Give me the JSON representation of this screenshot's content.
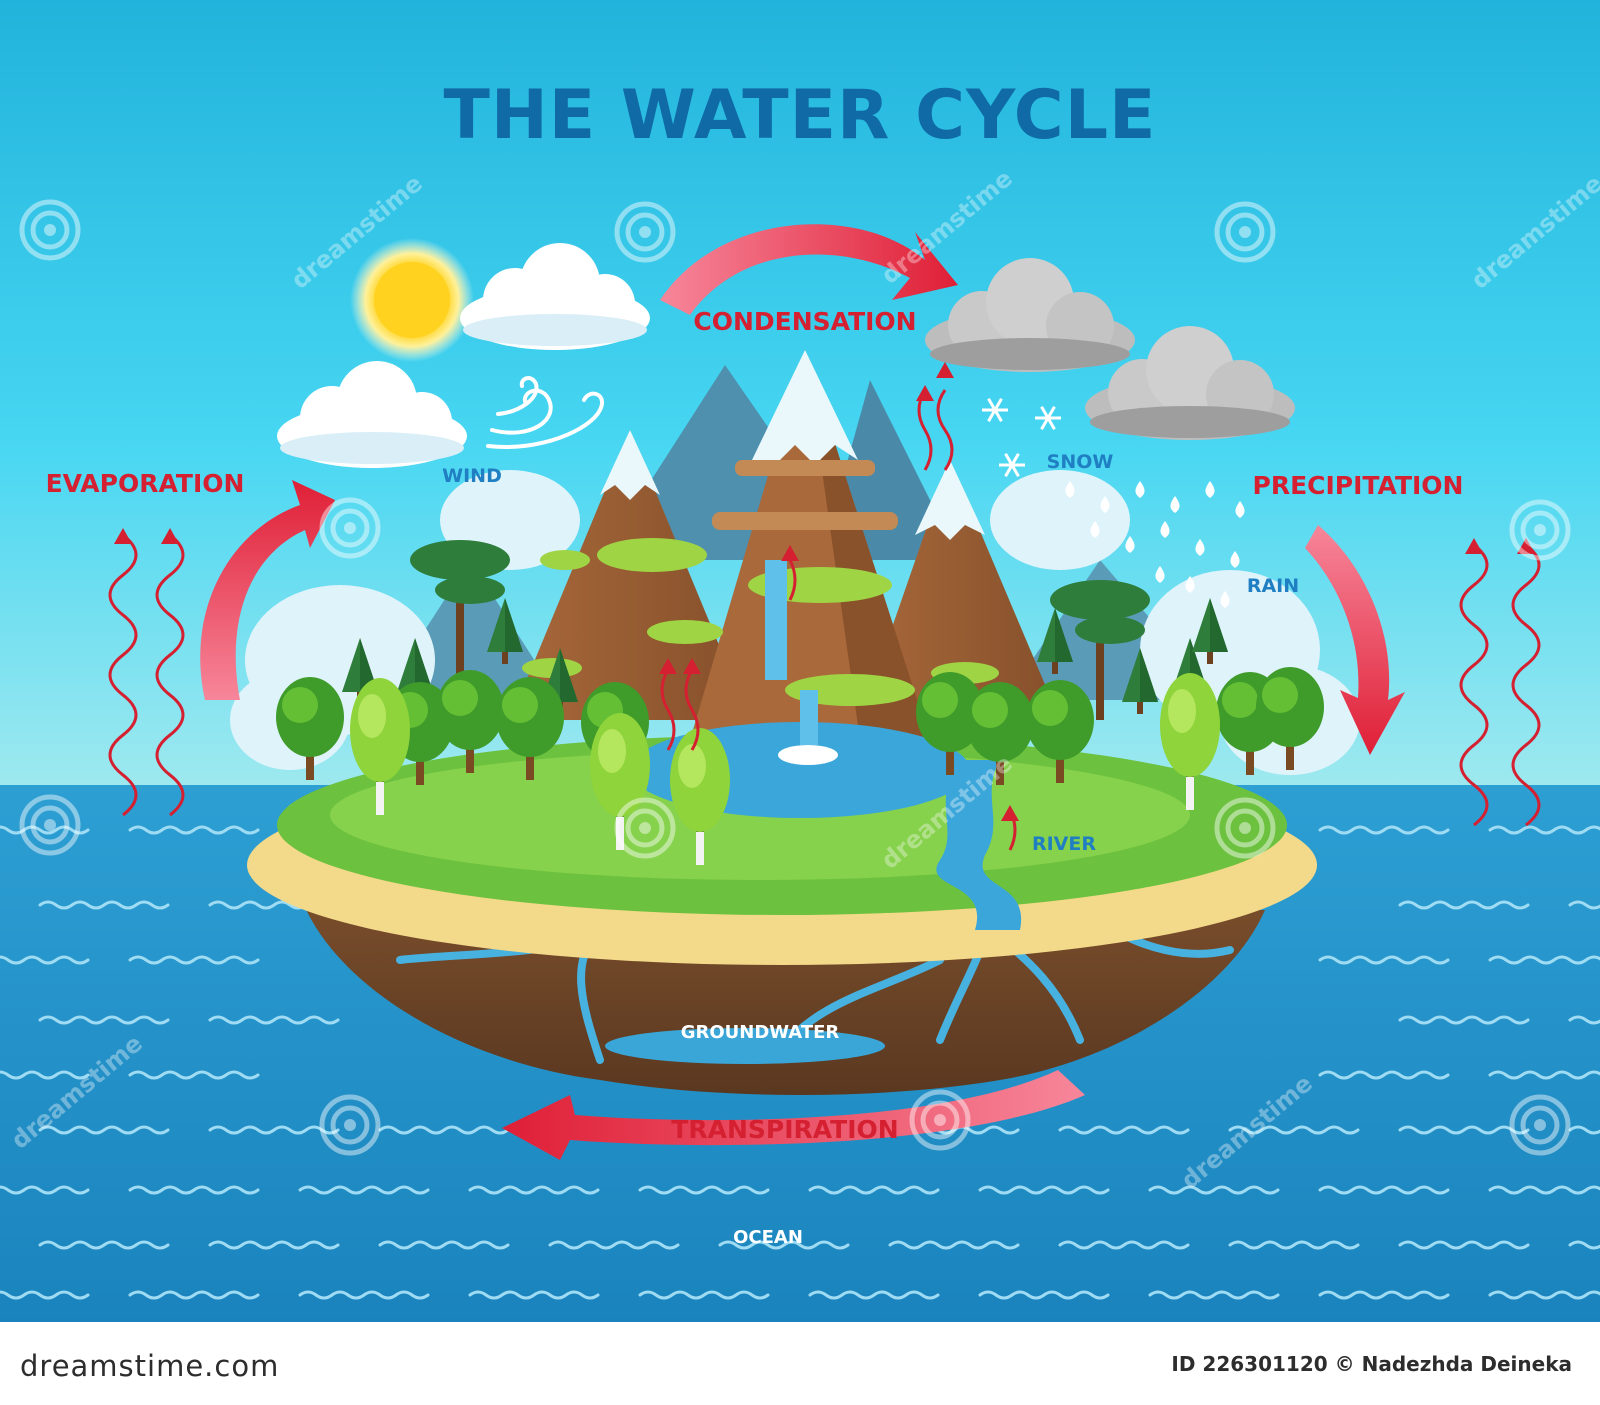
{
  "title": "THE WATER CYCLE",
  "labels": {
    "condensation": "CONDENSATION",
    "evaporation": "EVAPORATION",
    "precipitation": "PRECIPITATION",
    "transpiration": "TRANSPIRATION",
    "wind": "WIND",
    "snow": "SNOW",
    "rain": "RAIN",
    "river": "RIVER",
    "groundwater": "GROUNDWATER",
    "ocean": "OCEAN"
  },
  "watermark": {
    "text": "dreamstime"
  },
  "footer": {
    "site": "dreamstime.com",
    "credit": "ID 226301120 © Nadezhda  Deineka"
  },
  "colors": {
    "title": "#0f6aa6",
    "cycle_arrow": "#e02638",
    "red_label": "#d42031",
    "blue_label": "#1f7fc2",
    "sky_top": "#2fb4dc",
    "ocean": "#1f8fc6"
  }
}
